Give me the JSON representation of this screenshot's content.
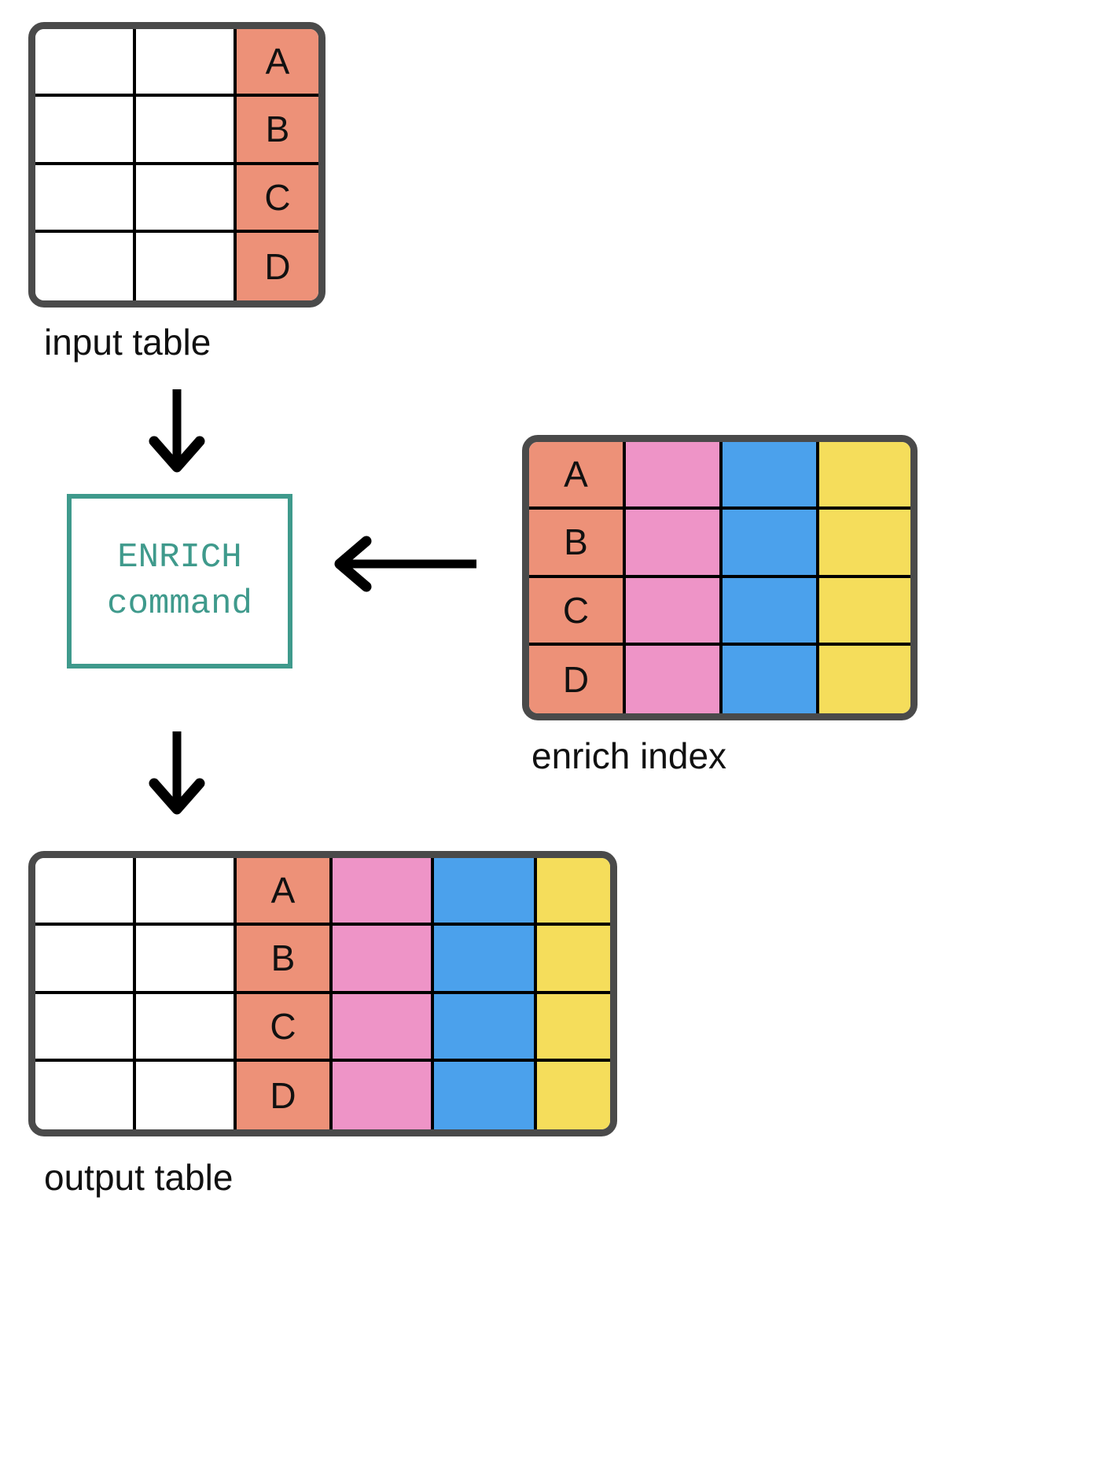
{
  "diagram": {
    "title_semantics": "ENRICH command data flow",
    "colors": {
      "key_column": "#ED9178",
      "enrich_column_1": "#EE94C7",
      "enrich_column_2": "#4BA1EC",
      "enrich_column_3": "#F5DD5B",
      "table_border": "#4A4A4A",
      "cell_grid": "#000000",
      "command_accent": "#3F9A8C",
      "blank_cell": "#FFFFFF",
      "arrow": "#000000"
    },
    "input_table": {
      "caption": "input table",
      "columns": 3,
      "rows": 4,
      "column_fills": [
        "#FFFFFF",
        "#FFFFFF",
        "#ED9178"
      ],
      "cells": [
        [
          "",
          "",
          "A"
        ],
        [
          "",
          "",
          "B"
        ],
        [
          "",
          "",
          "C"
        ],
        [
          "",
          "",
          "D"
        ]
      ]
    },
    "command_box": {
      "line1": "ENRICH",
      "line2": "command"
    },
    "enrich_index": {
      "caption": "enrich index",
      "columns": 4,
      "rows": 4,
      "column_fills": [
        "#ED9178",
        "#EE94C7",
        "#4BA1EC",
        "#F5DD5B"
      ],
      "cells": [
        [
          "A",
          "",
          "",
          ""
        ],
        [
          "B",
          "",
          "",
          ""
        ],
        [
          "C",
          "",
          "",
          ""
        ],
        [
          "D",
          "",
          "",
          ""
        ]
      ]
    },
    "output_table": {
      "caption": "output table",
      "columns": 6,
      "rows": 4,
      "column_fills": [
        "#FFFFFF",
        "#FFFFFF",
        "#ED9178",
        "#EE94C7",
        "#4BA1EC",
        "#F5DD5B"
      ],
      "cells": [
        [
          "",
          "",
          "A",
          "",
          "",
          ""
        ],
        [
          "",
          "",
          "B",
          "",
          "",
          ""
        ],
        [
          "",
          "",
          "C",
          "",
          "",
          ""
        ],
        [
          "",
          "",
          "D",
          "",
          "",
          ""
        ]
      ]
    },
    "arrows": [
      {
        "name": "input-to-command",
        "direction": "down"
      },
      {
        "name": "index-to-command",
        "direction": "left"
      },
      {
        "name": "command-to-output",
        "direction": "down"
      }
    ]
  }
}
